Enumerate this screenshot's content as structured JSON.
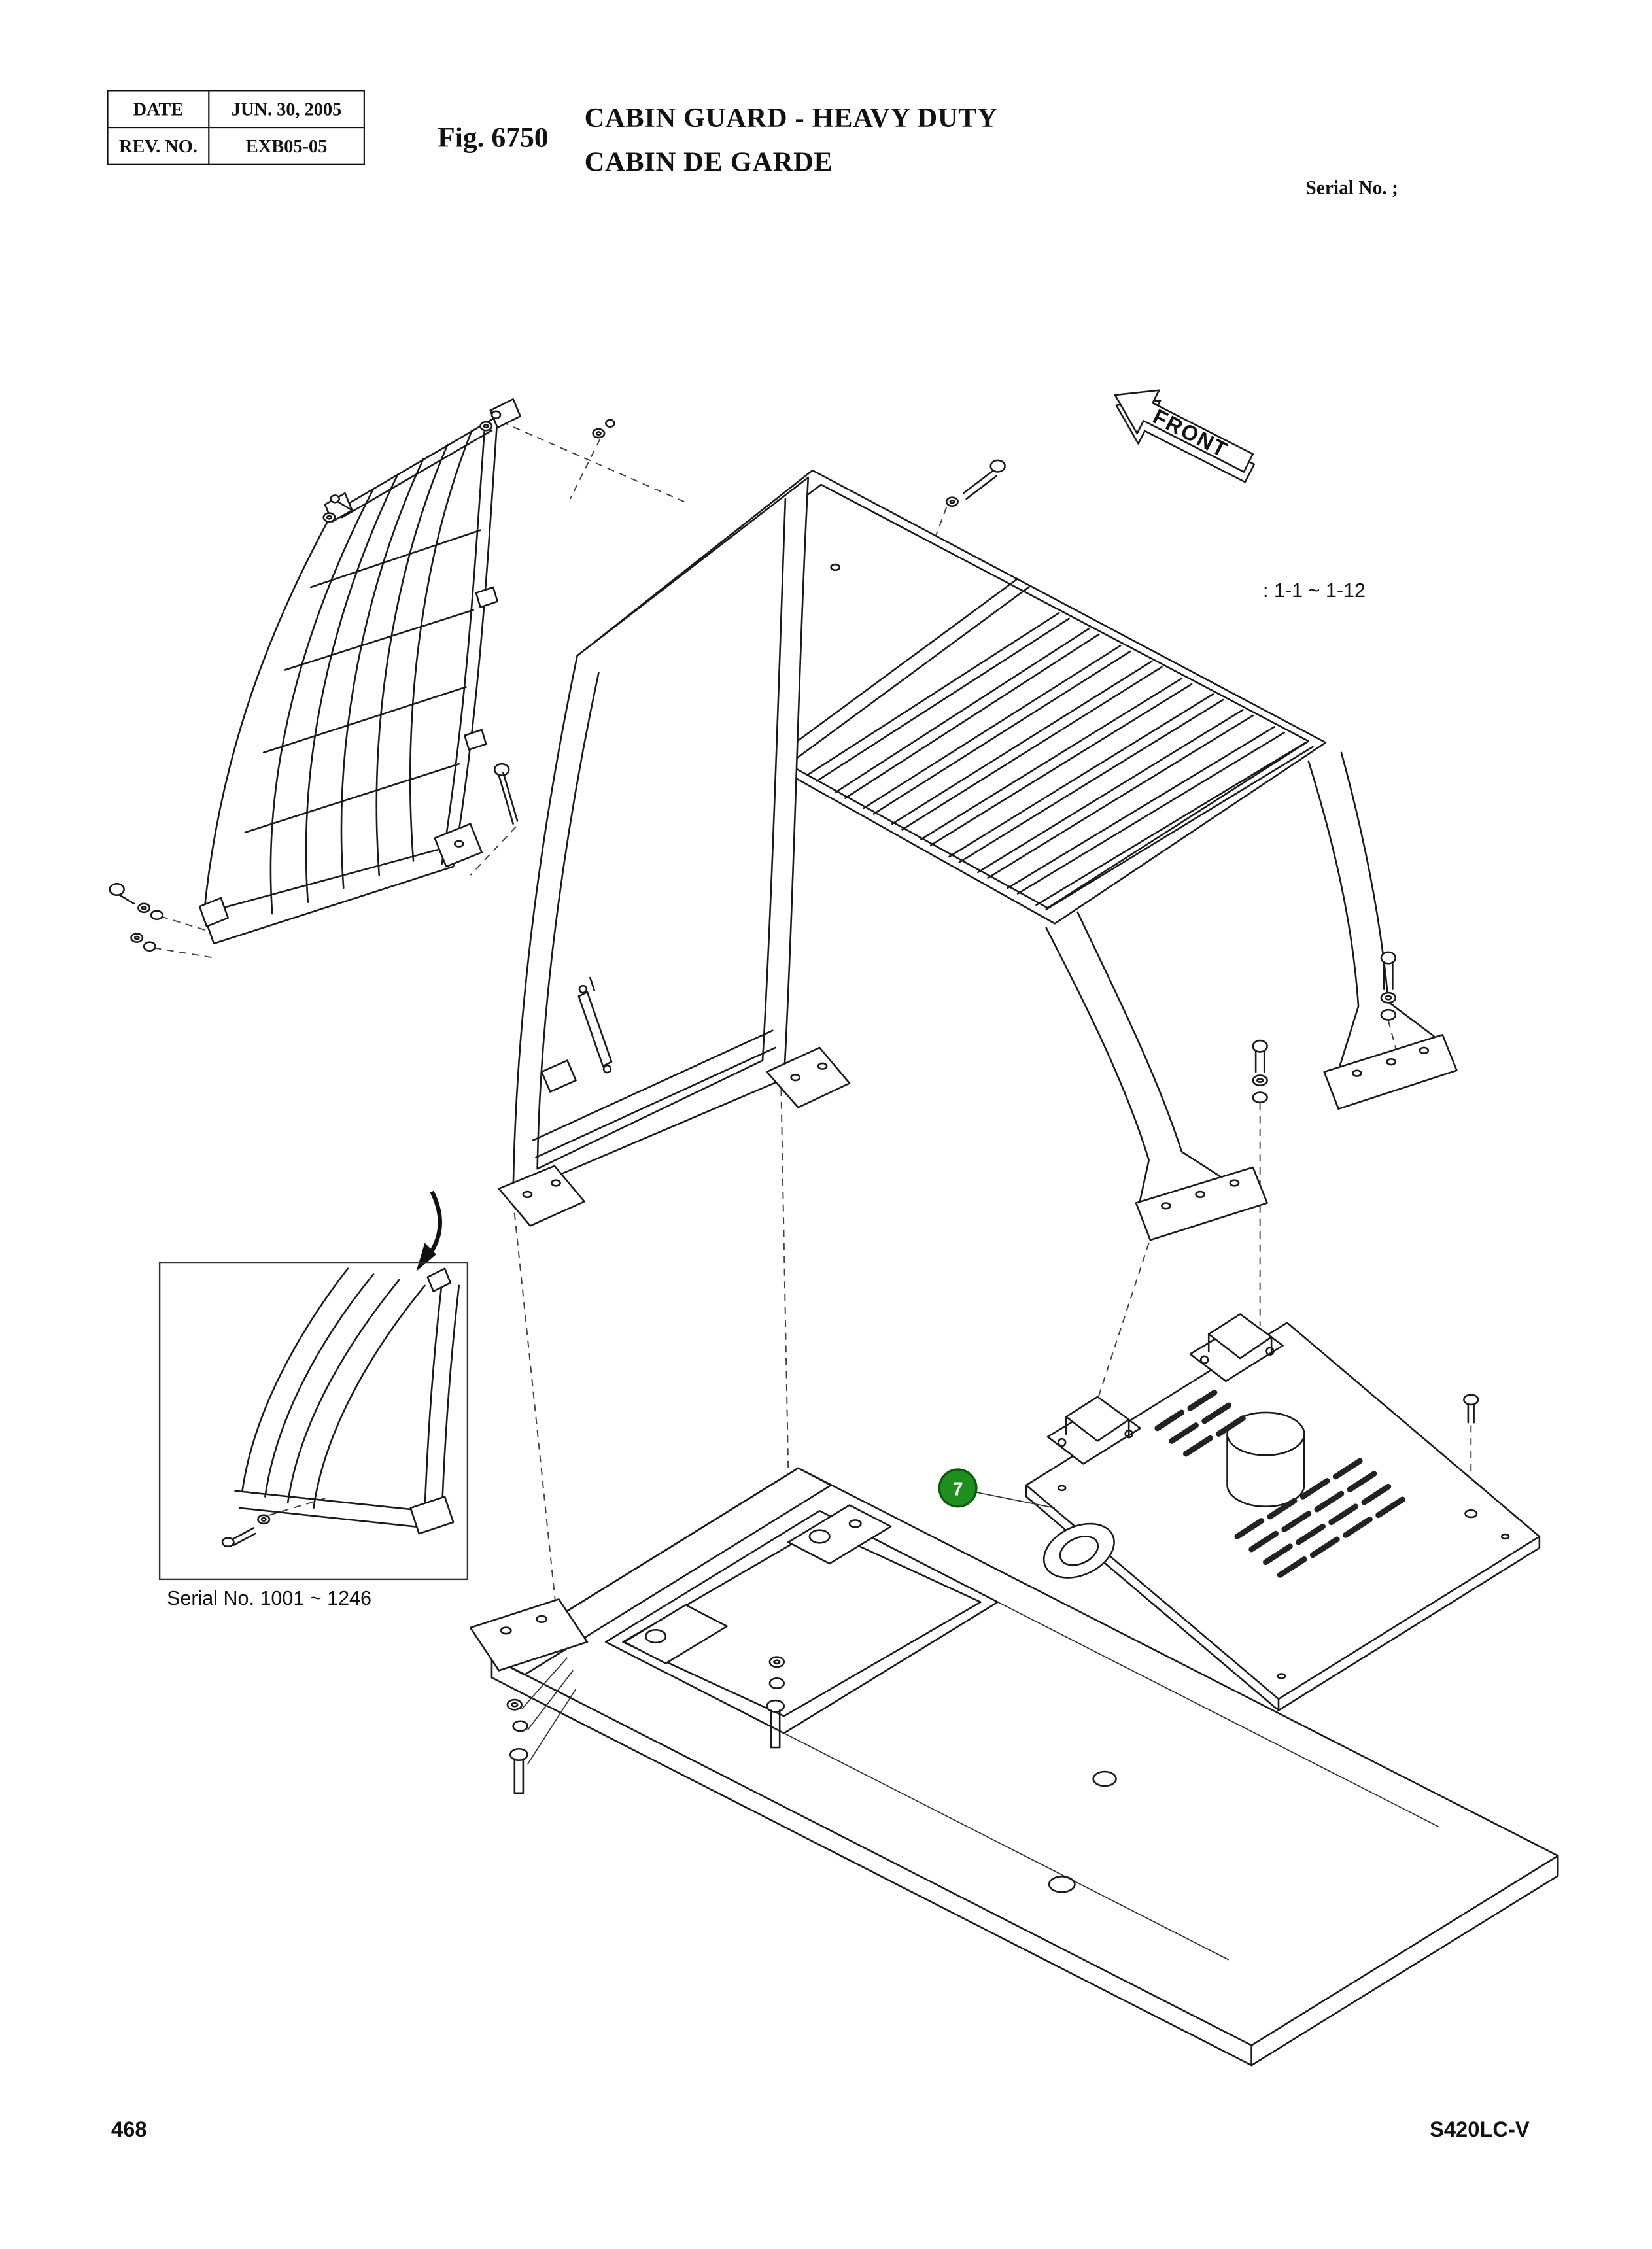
{
  "header": {
    "table": {
      "rows": [
        {
          "label": "DATE",
          "value": "JUN. 30, 2005"
        },
        {
          "label": "REV. NO.",
          "value": "EXB05-05"
        }
      ]
    },
    "figure_label": "Fig. 6750",
    "title_line1": "CABIN GUARD - HEAVY DUTY",
    "title_line2": "CABIN DE GARDE",
    "serial_note": "Serial No. ;"
  },
  "diagram": {
    "front_label": "FRONT",
    "item_range": ": 1-1 ~ 1-12",
    "callout": {
      "number": "7",
      "fill": "#1e8e1e",
      "stroke": "#0a5a0a"
    },
    "inset_caption": "Serial No. 1001 ~ 1246"
  },
  "footer": {
    "page_number": "468",
    "model_code": "S420LC-V"
  }
}
